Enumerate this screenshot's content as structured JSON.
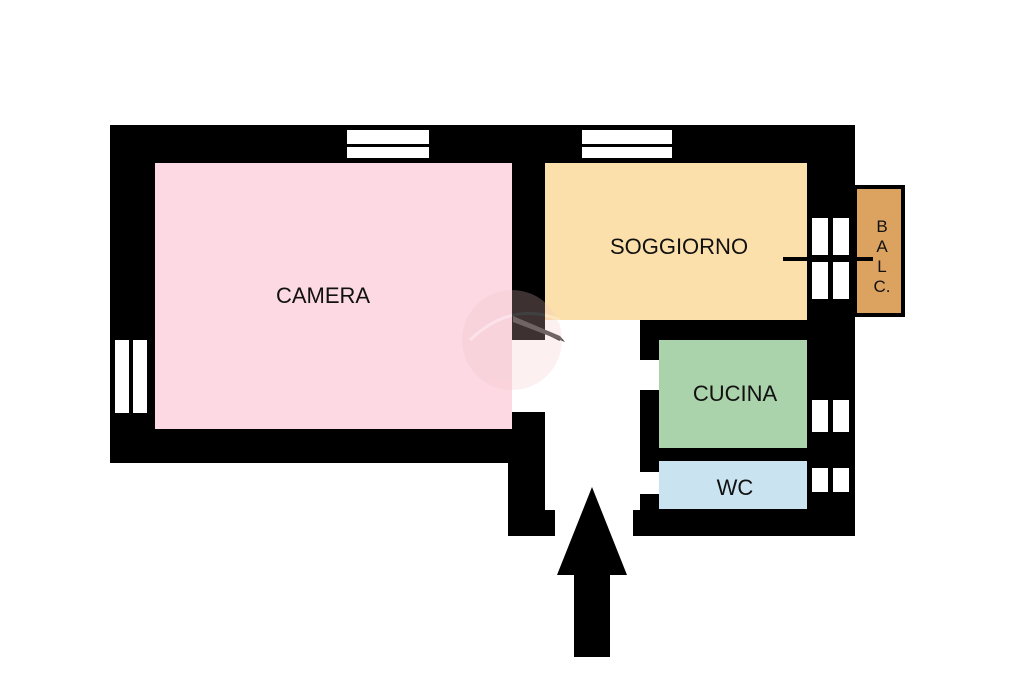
{
  "rooms": {
    "camera": {
      "label": "CAMERA",
      "color": "#fcd9e3"
    },
    "soggiorno": {
      "label": "SOGGIORNO",
      "color": "#fce0ac"
    },
    "cucina": {
      "label": "CUCINA",
      "color": "#abd3ab"
    },
    "wc": {
      "label": "WC",
      "color": "#c9e3f0"
    },
    "balcony": {
      "label_lines": [
        "B",
        "A",
        "L",
        "C."
      ],
      "color": "#dca260"
    }
  },
  "colors": {
    "wall": "#000000",
    "background": "#ffffff",
    "arrow": "#000000"
  },
  "entrance_arrow_icon": "arrow-up-icon"
}
